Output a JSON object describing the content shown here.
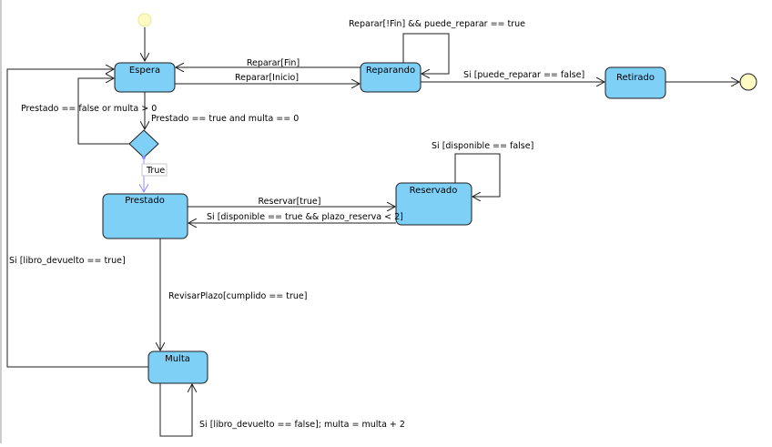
{
  "states": {
    "espera": "Espera",
    "reparando": "Reparando",
    "retirado": "Retirado",
    "prestado": "Prestado",
    "reservado": "Reservado",
    "multa": "Multa"
  },
  "transitions": {
    "reparar_fin": "Reparar[Fin]",
    "reparar_inicio": "Reparar[Inicio]",
    "reparar_self": "Reparar[!Fin] && puede_reparar == true",
    "reparando_retirado": "Si [puede_reparar == false]",
    "choice_loop": "Prestado == false or multa > 0",
    "choice_enter": "Prestado == true and multa == 0",
    "true_label": "True",
    "reservar": "Reservar[true]",
    "reservado_prestado": "Si [disponible == true && plazo_reserva < 2]",
    "reservado_self": "Si [disponible == false]",
    "revisar_plazo": "RevisarPlazo[cumplido == true]",
    "multa_espera": "Si [libro_devuelto == true]",
    "multa_self": "Si [libro_devuelto == false]; multa = multa + 2"
  },
  "colors": {
    "state_fill": "#7fd0f7",
    "initial_final_fill": "#fdfbc2",
    "guard_highlight": "#8f8fff"
  }
}
